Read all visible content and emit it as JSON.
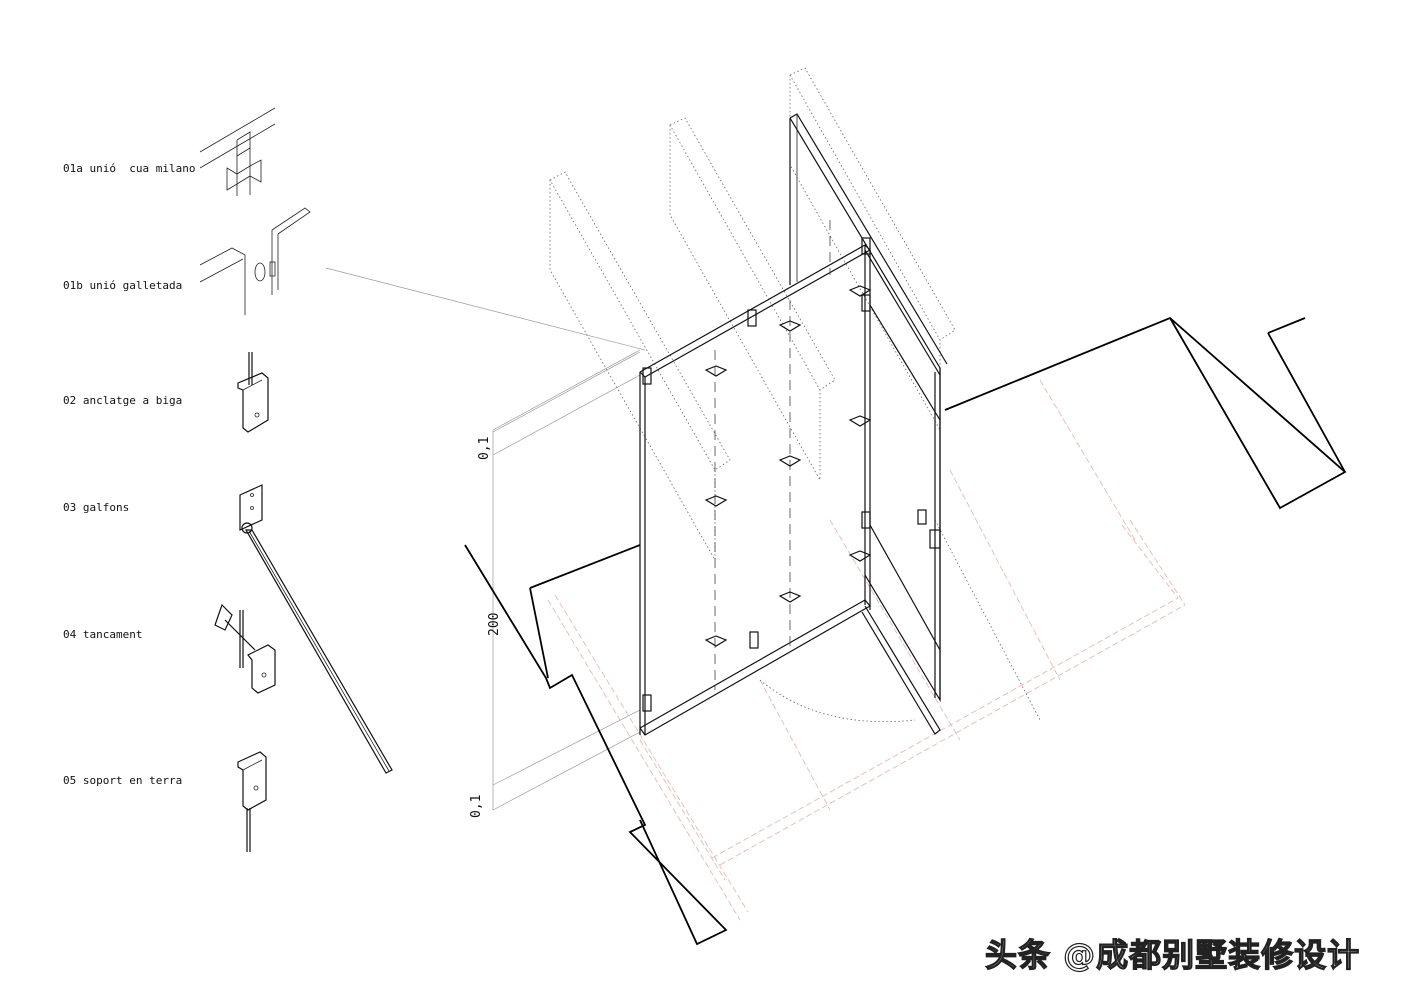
{
  "legend": [
    {
      "id": "01a",
      "label": "01a unió  cua milano"
    },
    {
      "id": "01b",
      "label": "01b unió galletada"
    },
    {
      "id": "02",
      "label": "02 anclatge a biga"
    },
    {
      "id": "03",
      "label": "03 galfons"
    },
    {
      "id": "04",
      "label": "04 tancament"
    },
    {
      "id": "05",
      "label": "05 soport en terra"
    }
  ],
  "dimensions": {
    "top": "0,1",
    "middle": "200",
    "bottom": "0,1"
  },
  "watermark": "头条 @成都别墅装修设计",
  "colors": {
    "ink": "#111111",
    "floor_grid": "#e8b8b8",
    "hidden_lines": "#666666"
  }
}
